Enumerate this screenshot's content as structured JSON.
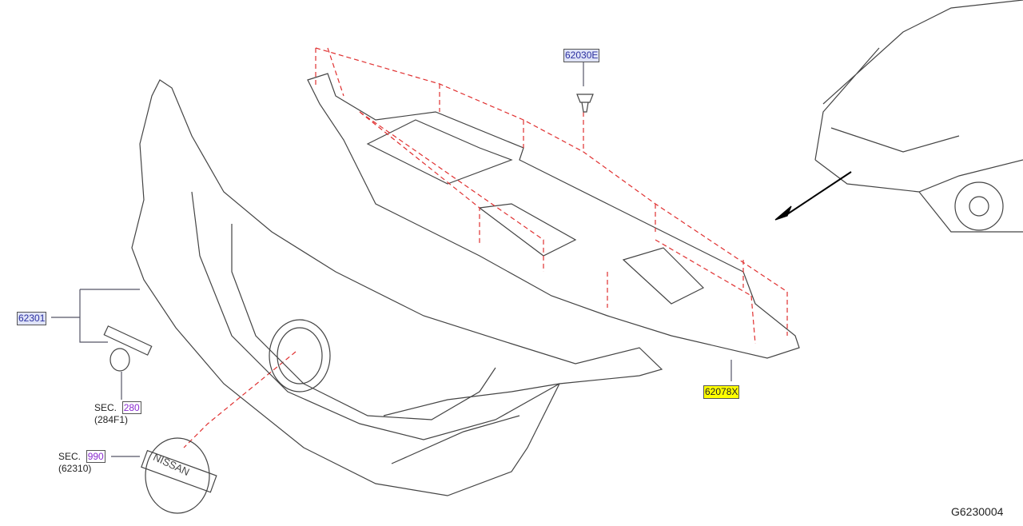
{
  "parts": {
    "clip": "62030E",
    "grille": "62301",
    "shroud": "62078X"
  },
  "references": [
    {
      "prefix": "SEC.",
      "section": "280",
      "sub": "(284F1)"
    },
    {
      "prefix": "SEC.",
      "section": "990",
      "sub": "(62310)"
    }
  ],
  "emblem_text": "NISSAN",
  "diagram_id": "G6230004",
  "colors": {
    "highlight": "#ffff00",
    "part_number": "#2a2fa0",
    "section": "#8a2bd0",
    "dash": "#e03030"
  }
}
